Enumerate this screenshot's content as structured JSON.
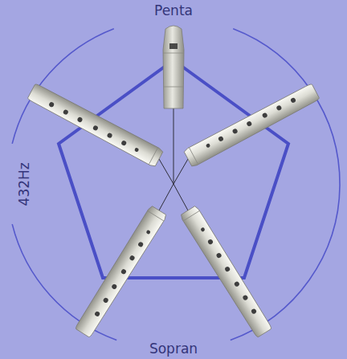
{
  "diagram": {
    "labels": [
      "Penta",
      "432Hz",
      "Sopran"
    ]
  }
}
